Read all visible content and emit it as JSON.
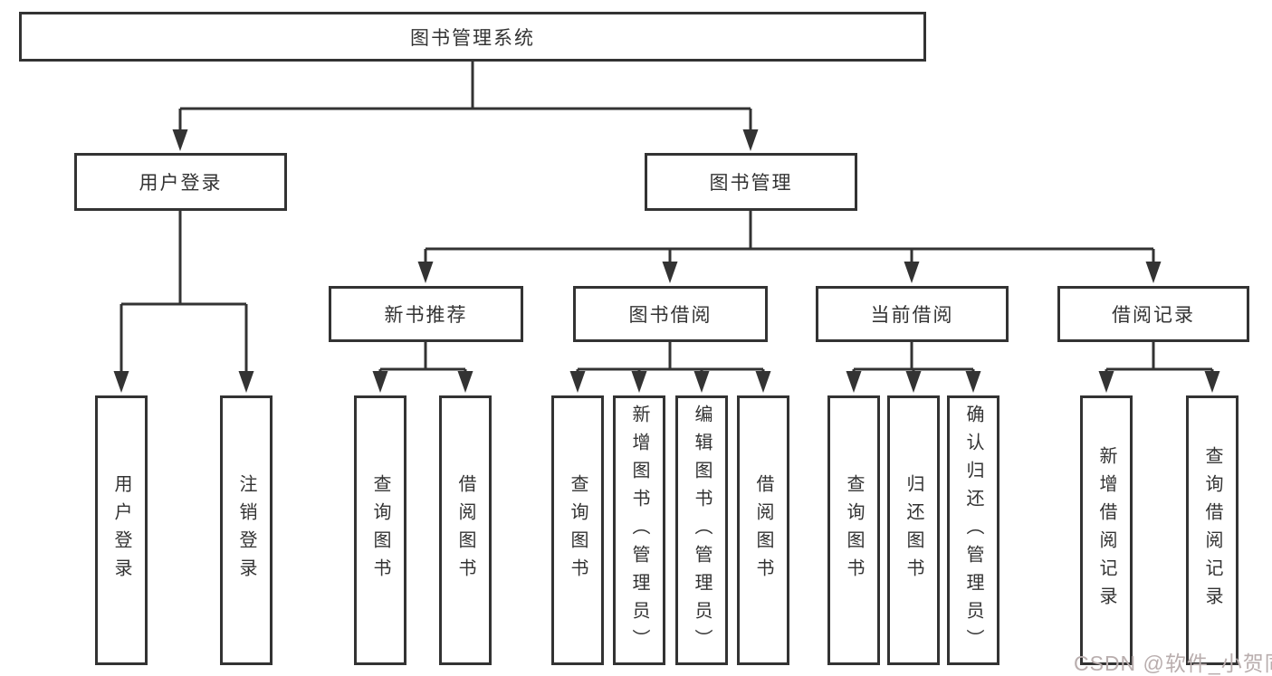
{
  "diagram_title": "图书管理系统",
  "tree": {
    "root": {
      "label": "图书管理系统"
    },
    "children": [
      {
        "label": "用户登录",
        "children": [
          {
            "label": "用户登录"
          },
          {
            "label": "注销登录"
          }
        ]
      },
      {
        "label": "图书管理",
        "children": [
          {
            "label": "新书推荐",
            "children": [
              {
                "label": "查询图书"
              },
              {
                "label": "借阅图书"
              }
            ]
          },
          {
            "label": "图书借阅",
            "children": [
              {
                "label": "查询图书"
              },
              {
                "label": "新增图书（管理员）"
              },
              {
                "label": "编辑图书（管理员）"
              },
              {
                "label": "借阅图书"
              }
            ]
          },
          {
            "label": "当前借阅",
            "children": [
              {
                "label": "查询图书"
              },
              {
                "label": "归还图书"
              },
              {
                "label": "确认归还（管理员）"
              }
            ]
          },
          {
            "label": "借阅记录",
            "children": [
              {
                "label": "新增借阅记录"
              },
              {
                "label": "查询借阅记录"
              }
            ]
          }
        ]
      }
    ]
  },
  "watermark": {
    "text": "CSDN @软件_小贺同学",
    "color": "#b9aeae"
  },
  "colors": {
    "line": "#333333",
    "box_border": "#333333",
    "box_background": "#ffffff",
    "text": "#333333",
    "page_background": "#ffffff"
  }
}
